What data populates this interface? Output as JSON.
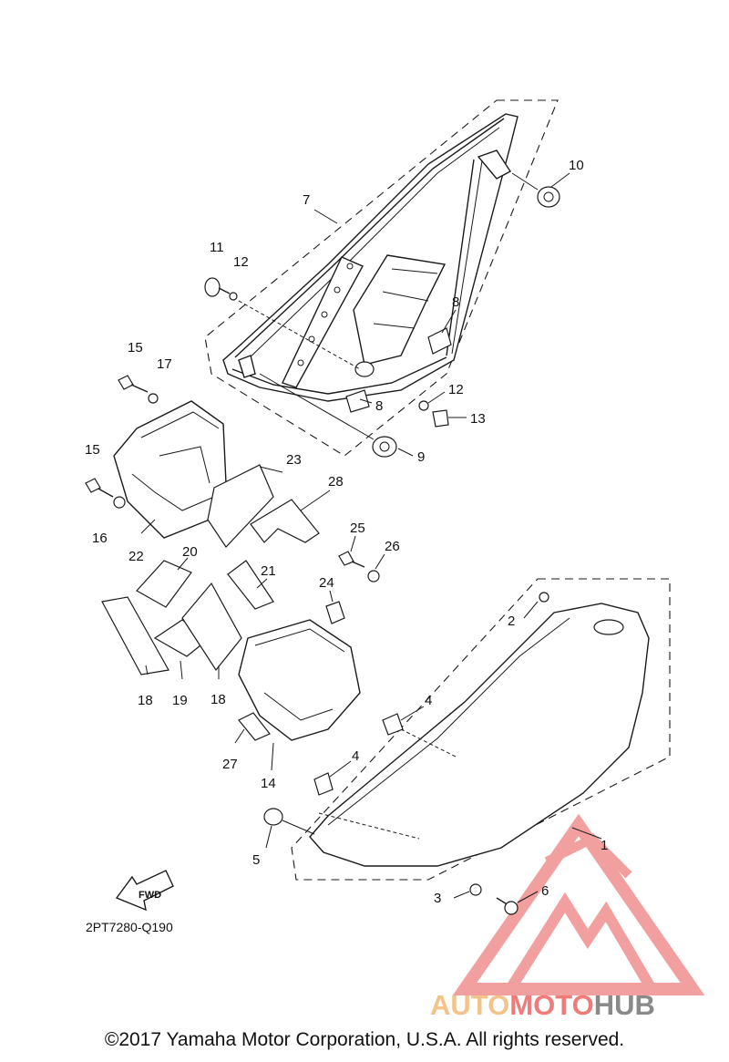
{
  "diagram_code": "2PT7280-Q190",
  "fwd_label": "FWD",
  "copyright": "©2017 Yamaha Motor Corporation, U.S.A. All rights reserved.",
  "watermark": {
    "part1": "AUTO",
    "part2": "MOTO",
    "part3": "HUB",
    "color_primary": "#f2c48a",
    "color_secondary": "#ef7b7b",
    "color_dark": "#8a8a8a"
  },
  "callouts": [
    "1",
    "2",
    "3",
    "4",
    "4",
    "5",
    "6",
    "7",
    "8",
    "8",
    "9",
    "10",
    "11",
    "12",
    "12",
    "13",
    "14",
    "15",
    "15",
    "16",
    "17",
    "18",
    "18",
    "19",
    "20",
    "21",
    "22",
    "23",
    "24",
    "25",
    "26",
    "27",
    "28"
  ]
}
